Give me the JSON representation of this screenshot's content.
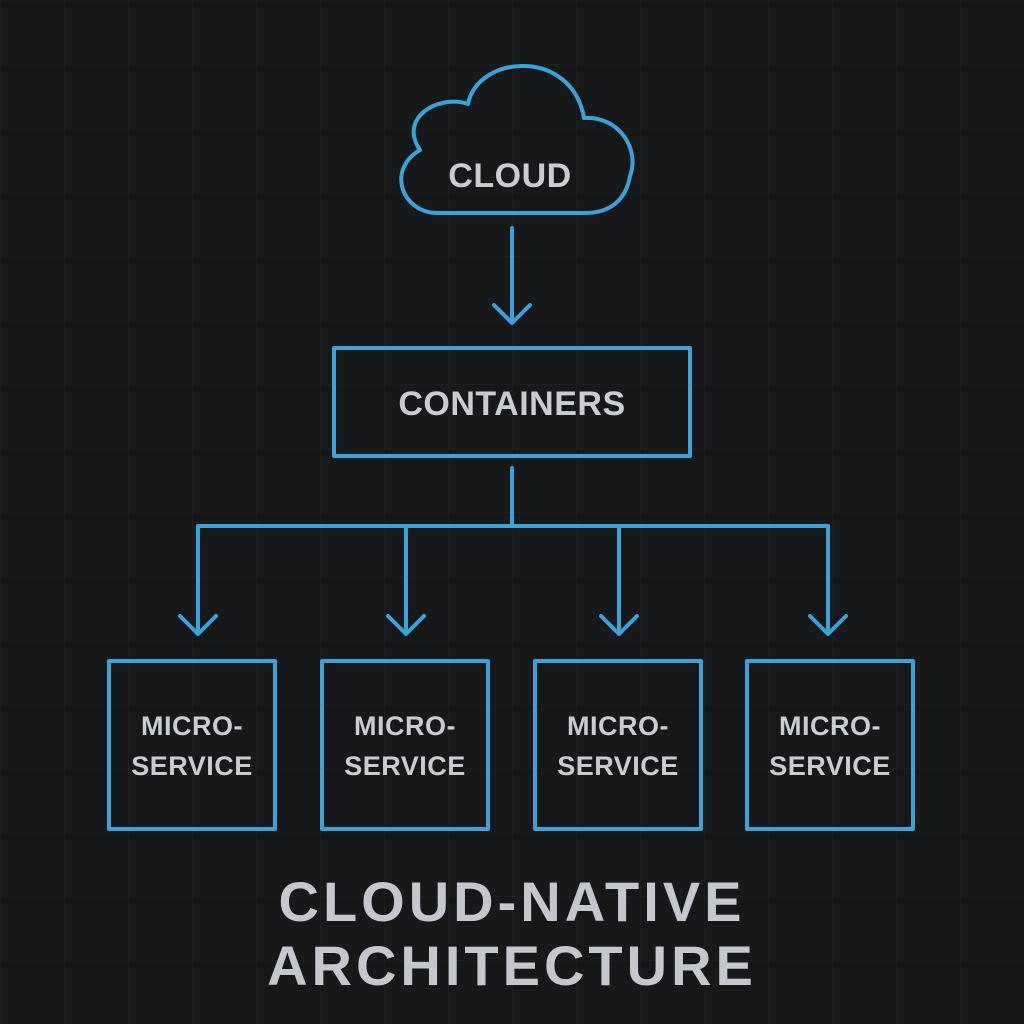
{
  "diagram": {
    "accent_color": "#3ba3d8",
    "text_color": "#c9cdd2",
    "background_color": "#17181a",
    "cloud": {
      "label": "CLOUD",
      "shape": "cloud-icon"
    },
    "containers": {
      "label": "CONTAINERS"
    },
    "microservices": [
      {
        "line1": "MICRO-",
        "line2": "SERVICE"
      },
      {
        "line1": "MICRO-",
        "line2": "SERVICE"
      },
      {
        "line1": "MICRO-",
        "line2": "SERVICE"
      },
      {
        "line1": "MICRO-",
        "line2": "SERVICE"
      }
    ],
    "edges": [
      {
        "from": "cloud",
        "to": "containers"
      },
      {
        "from": "containers",
        "to": "microservice-1"
      },
      {
        "from": "containers",
        "to": "microservice-2"
      },
      {
        "from": "containers",
        "to": "microservice-3"
      },
      {
        "from": "containers",
        "to": "microservice-4"
      }
    ]
  },
  "title": {
    "line1": "CLOUD-NATIVE",
    "line2": "ARCHITECTURE"
  }
}
